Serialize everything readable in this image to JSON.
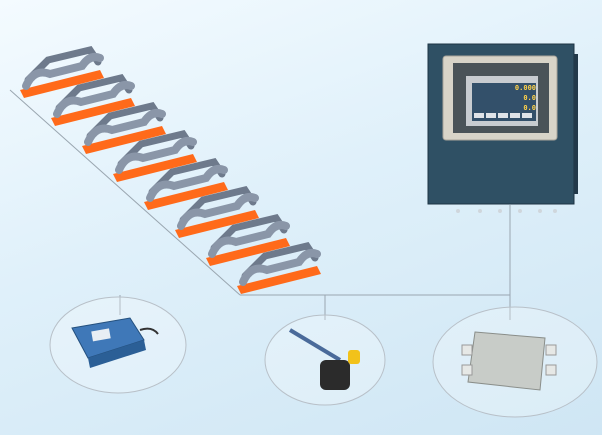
{
  "controller": {
    "display_main": "0.000",
    "display_secondary": "0.0",
    "display_tertiary": "0.0"
  },
  "colors": {
    "background": "#dcedf8",
    "frame": "#ff6a1a",
    "idler": "#8a96a8",
    "cabinet": "#2f5064"
  }
}
